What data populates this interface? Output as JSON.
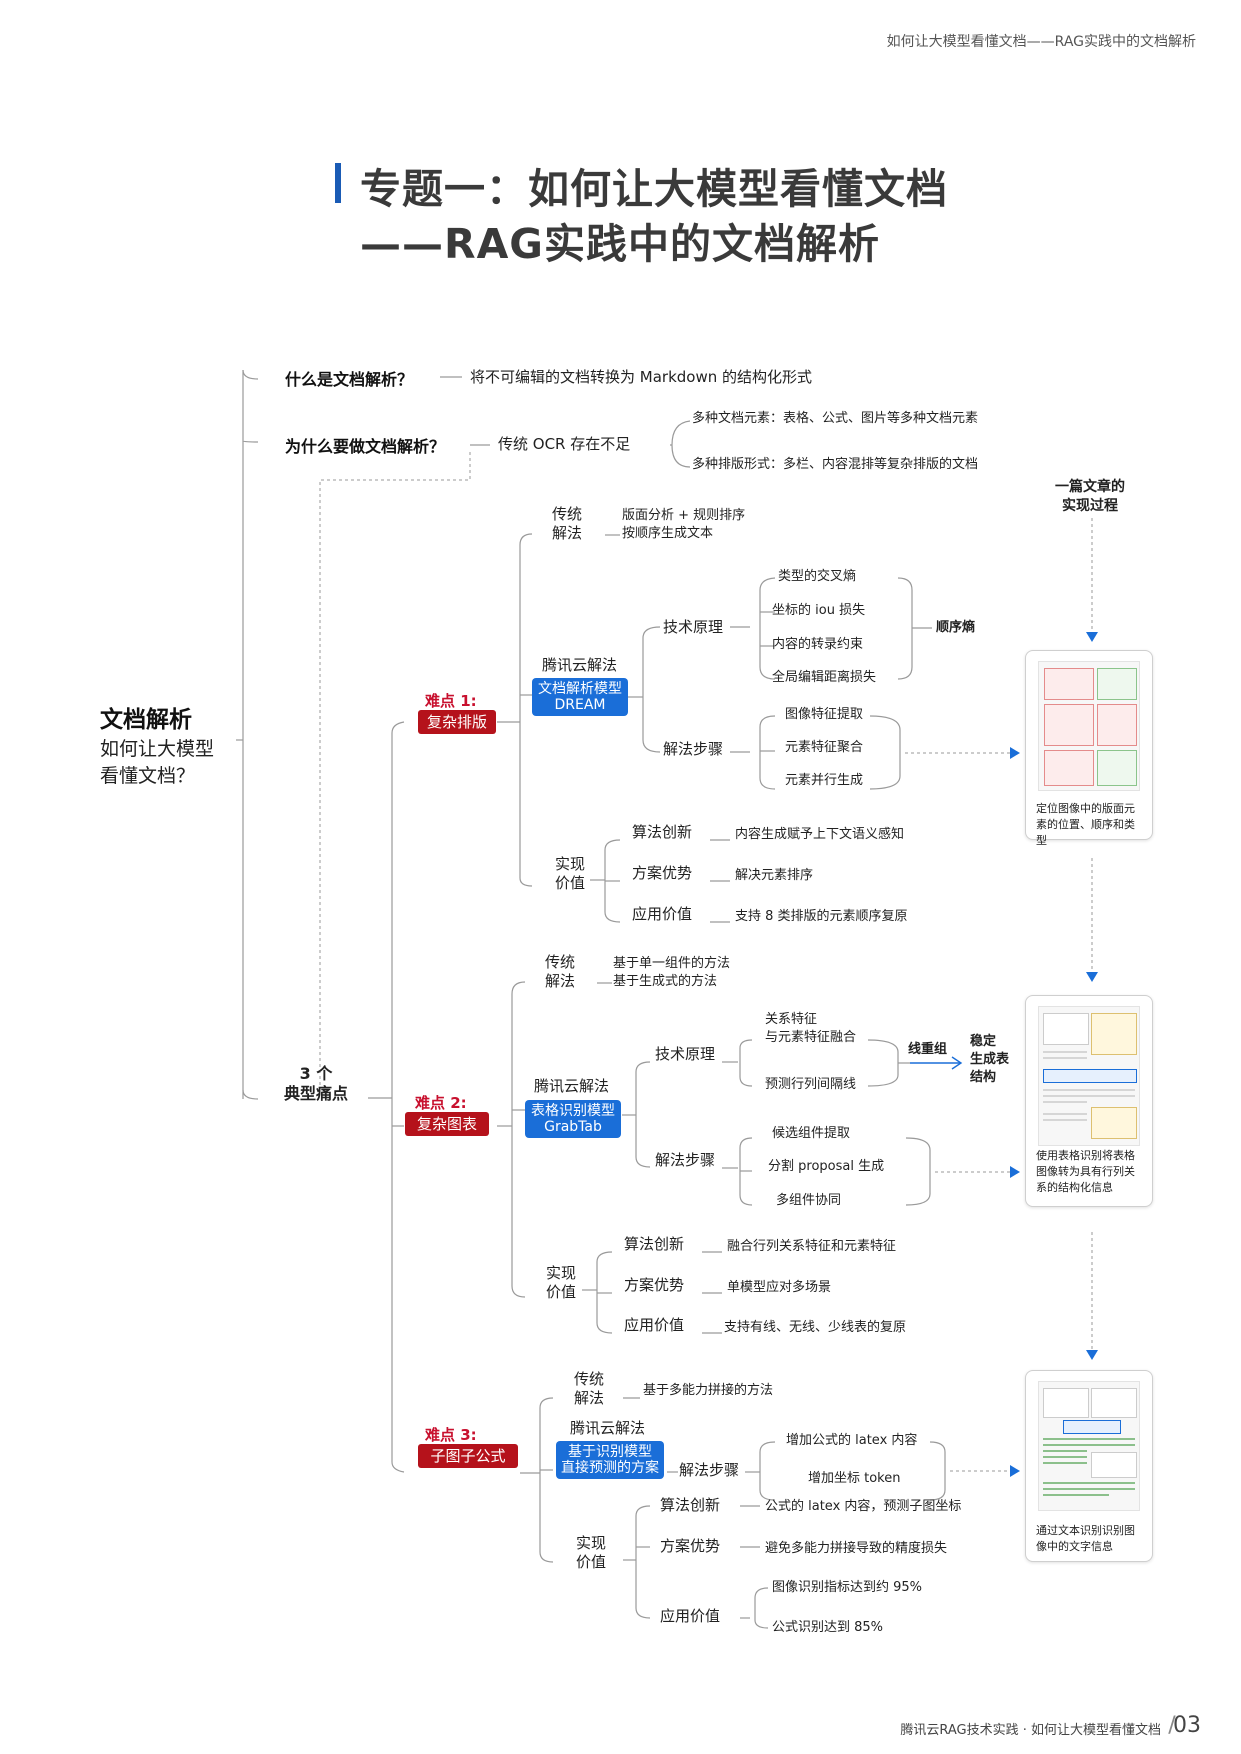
{
  "header": {
    "top_right": "如何让大模型看懂文档——RAG实践中的文档解析"
  },
  "title": {
    "line1": "专题一：如何让大模型看懂文档",
    "line2": "——RAG实践中的文档解析"
  },
  "root": {
    "title": "文档解析",
    "subtitle_line1": "如何让大模型",
    "subtitle_line2": "看懂文档？"
  },
  "what": {
    "q": "什么是文档解析？",
    "a": "将不可编辑的文档转换为 Markdown 的结构化形式"
  },
  "why": {
    "q": "为什么要做文档解析？",
    "a": "传统 OCR 存在不足",
    "items": [
      "多种文档元素：表格、公式、图片等多种文档元素",
      "多种排版形式：多栏、内容混排等复杂排版的文档"
    ]
  },
  "pain": {
    "line1": "3 个",
    "line2": "典型痛点"
  },
  "side_note": {
    "line1": "一篇文章的",
    "line2": "实现过程"
  },
  "d1": {
    "tag": "难点 1:",
    "name": "复杂排版",
    "trad": {
      "label1": "传统",
      "label2": "解法",
      "desc1": "版面分析 + 规则排序",
      "desc2": "按顺序生成文本"
    },
    "tx": {
      "label": "腾讯云解法",
      "model1": "文档解析模型",
      "model2": "DREAM"
    },
    "tech": {
      "label": "技术原理",
      "items": [
        "类型的交叉熵",
        "坐标的 iou 损失",
        "内容的转录约束",
        "全局编辑距离损失"
      ],
      "result": "顺序熵"
    },
    "steps": {
      "label": "解法步骤",
      "items": [
        "图像特征提取",
        "元素特征聚合",
        "元素并行生成"
      ]
    },
    "value": {
      "label1": "实现",
      "label2": "价值",
      "rows": [
        {
          "k": "算法创新",
          "v": "内容生成赋予上下文语义感知"
        },
        {
          "k": "方案优势",
          "v": "解决元素排序"
        },
        {
          "k": "应用价值",
          "v": "支持 8 类排版的元素顺序复原"
        }
      ]
    },
    "card": {
      "cap": "定位图像中的版面元素的位置、顺序和类型"
    }
  },
  "d2": {
    "tag": "难点 2:",
    "name": "复杂图表",
    "trad": {
      "label1": "传统",
      "label2": "解法",
      "desc1": "基于单一组件的方法",
      "desc2": "基于生成式的方法"
    },
    "tx": {
      "label": "腾讯云解法",
      "model1": "表格识别模型",
      "model2": "GrabTab"
    },
    "tech": {
      "label": "技术原理",
      "item1a": "关系特征",
      "item1b": "与元素特征融合",
      "item2": "预测行列间隔线",
      "mid": "线重组",
      "res1": "稳定",
      "res2": "生成表",
      "res3": "结构"
    },
    "steps": {
      "label": "解法步骤",
      "items": [
        "候选组件提取",
        "分割 proposal 生成",
        "多组件协同"
      ]
    },
    "value": {
      "label1": "实现",
      "label2": "价值",
      "rows": [
        {
          "k": "算法创新",
          "v": "融合行列关系特征和元素特征"
        },
        {
          "k": "方案优势",
          "v": "单模型应对多场景"
        },
        {
          "k": "应用价值",
          "v": "支持有线、无线、少线表的复原"
        }
      ]
    },
    "card": {
      "cap": "使用表格识别将表格图像转为具有行列关系的结构化信息"
    }
  },
  "d3": {
    "tag": "难点 3:",
    "name": "子图子公式",
    "trad": {
      "label1": "传统",
      "label2": "解法",
      "desc": "基于多能力拼接的方法"
    },
    "tx": {
      "label": "腾讯云解法",
      "model1": "基于识别模型",
      "model2": "直接预测的方案"
    },
    "steps": {
      "label": "解法步骤",
      "items": [
        "增加公式的 latex 内容",
        "增加坐标 token"
      ]
    },
    "value": {
      "label1": "实现",
      "label2": "价值",
      "rows": [
        {
          "k": "算法创新",
          "v": "公式的 latex 内容，预测子图坐标"
        },
        {
          "k": "方案优势",
          "v": "避免多能力拼接导致的精度损失"
        }
      ],
      "app": {
        "k": "应用价值",
        "v1": "图像识别指标达到约 95%",
        "v2": "公式识别达到 85%"
      }
    },
    "card": {
      "cap": "通过文本识别识别图像中的文字信息"
    }
  },
  "footer": {
    "text": "腾讯云RAG技术实践 · 如何让大模型看懂文档",
    "page": "03"
  },
  "colors": {
    "accent_blue": "#1a6ed8",
    "accent_red": "#b5121b"
  }
}
